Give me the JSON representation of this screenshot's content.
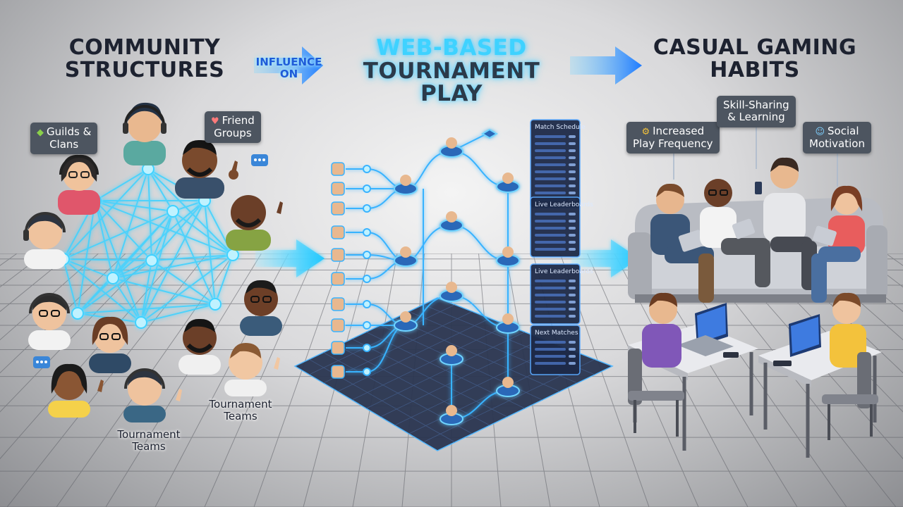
{
  "titles": {
    "community": [
      "COMMUNITY",
      "STRUCTURES"
    ],
    "influence": [
      "INFLUENCE",
      "ON"
    ],
    "tournament": [
      "WEB-BASED",
      "TOURNAMENT PLAY"
    ],
    "casual": [
      "CASUAL GAMING",
      "HABITS"
    ]
  },
  "community_labels": {
    "guilds": [
      "Guilds &",
      "Clans"
    ],
    "friends": [
      "Friend",
      "Groups"
    ],
    "teams_right": [
      "Tournament",
      "Teams"
    ],
    "teams_bottom": [
      "Tournament",
      "Teams"
    ]
  },
  "habit_labels": {
    "frequency": [
      "Increased",
      "Play Frequency"
    ],
    "skill": [
      "Skill-Sharing",
      "& Learning"
    ],
    "social": [
      "Social",
      "Motivation"
    ]
  },
  "bracket_panels": [
    "Match Schedule",
    "Live Leaderboards",
    "Live Leaderboards",
    "Next Matches"
  ],
  "icons": {
    "guilds": "shield-icon",
    "friends": "heart-badge-icon",
    "frequency": "gear-badge-icon",
    "social": "people-badge-icon",
    "chat": "chat-bubble-icon"
  },
  "colors": {
    "network": "#3fd2ff",
    "accent_blue": "#1e5bd8",
    "tag_bg": "#4d5560",
    "board": "#2a3550"
  }
}
